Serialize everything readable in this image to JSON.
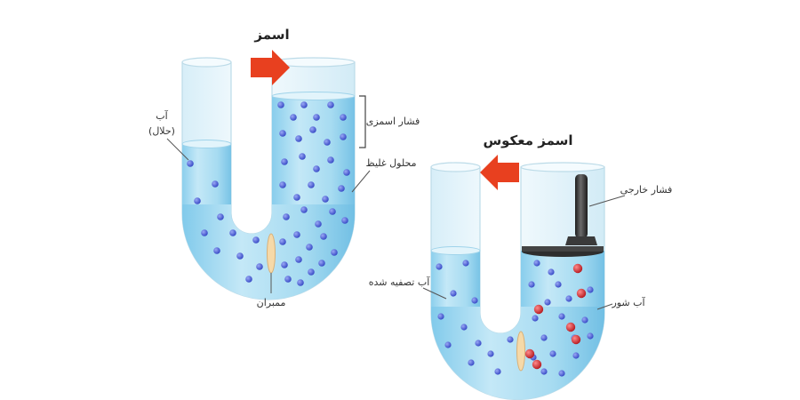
{
  "left_diagram": {
    "title": "اسمز",
    "labels": {
      "water": "آب",
      "solvent": "(حلال)",
      "osmotic_pressure": "فشار اسمزی",
      "concentrated_solution": "محلول غلیظ",
      "membrane": "ممبران"
    }
  },
  "right_diagram": {
    "title": "اسمز معکوس",
    "labels": {
      "external_pressure": "فشار خارجی",
      "purified_water": "آب تصفیه شده",
      "salt_water": "آب شور"
    }
  },
  "colors": {
    "water_fill": "#a9dcf2",
    "water_deep": "#6fc0e6",
    "tube_glass": "#eaf6fb",
    "molecule": "#4d63d8",
    "salt_ion": "#c8252b",
    "arrow": "#e8401f",
    "piston": "#2e2e2e",
    "membrane": "#f6d9a8"
  }
}
